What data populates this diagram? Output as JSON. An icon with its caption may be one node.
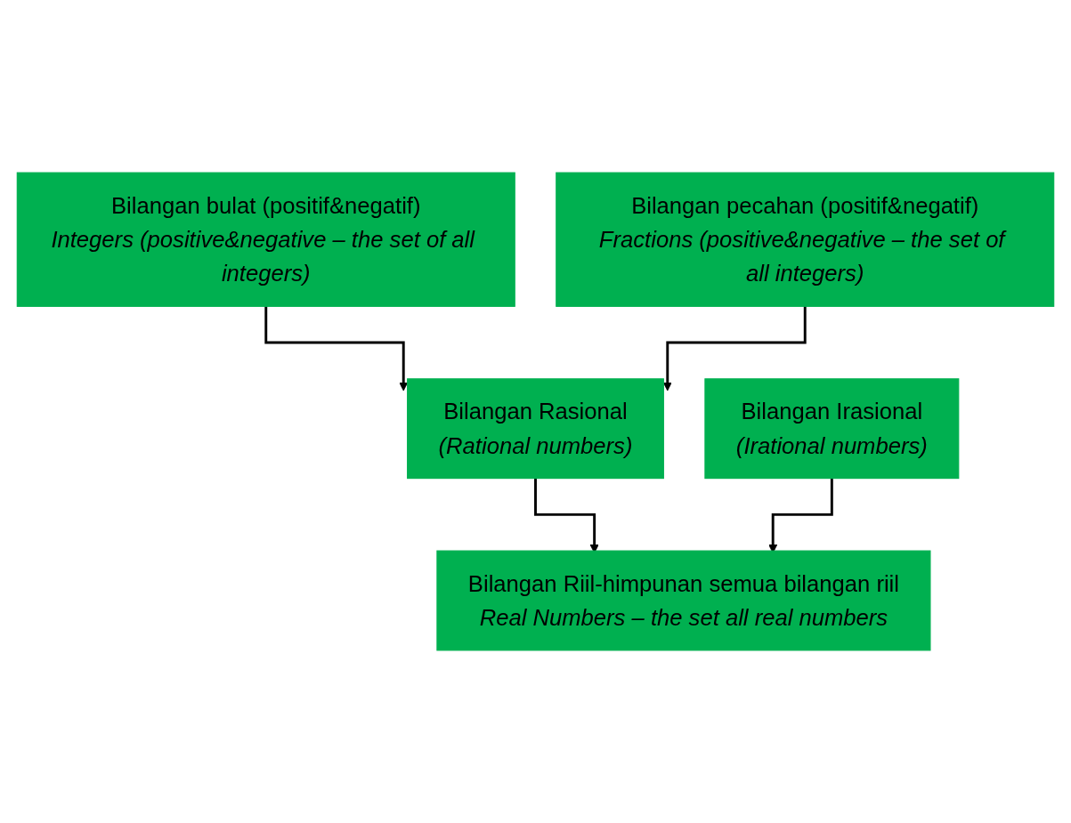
{
  "diagram": {
    "nodes": [
      {
        "text": [
          "Bilangan bulat (positif&negatif)",
          "Integers (positive&negative – the set of all integers)"
        ]
      },
      {
        "text": [
          "Bilangan pecahan (positif&negatif)",
          "Fractions (positive&negative – the set of all integers)"
        ]
      },
      {
        "text": [
          "Bilangan Rasional",
          "(Rational numbers)"
        ]
      },
      {
        "text": [
          "Bilangan Irasional",
          "(Irational numbers)"
        ]
      },
      {
        "text": [
          "Bilangan Riil-himpunan semua bilangan riil",
          "Real Numbers – the set all real numbers"
        ]
      }
    ],
    "edges": [
      {
        "from": 0,
        "to": 2,
        "arrow": "to"
      },
      {
        "from": 1,
        "to": 2,
        "arrow": "to"
      },
      {
        "from": 2,
        "to": 4,
        "arrow": "to"
      },
      {
        "from": 3,
        "to": 4,
        "arrow": "to"
      }
    ]
  }
}
